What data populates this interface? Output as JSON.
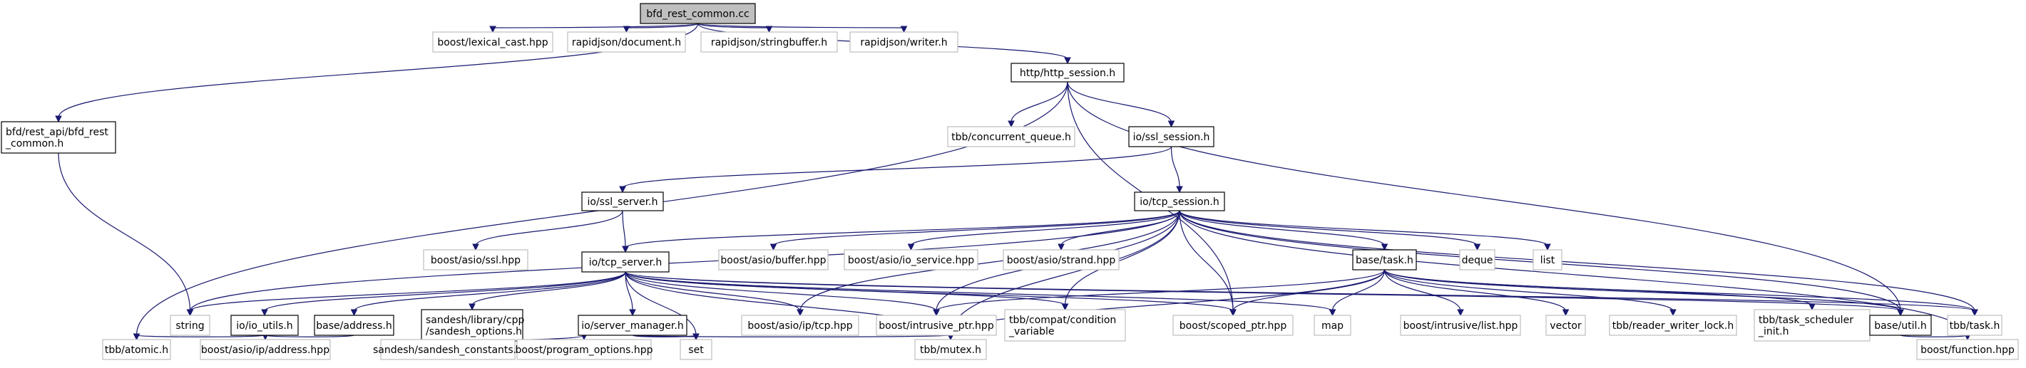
{
  "diagram": {
    "type": "include-dependency-graph",
    "colors": {
      "edge": "#191970",
      "root_fill": "#bfbfbf",
      "documented_border": "#000000",
      "external_border": "#bfbfbf"
    },
    "nodes": [
      {
        "id": "root",
        "label": "bfd_rest_common.cc",
        "kind": "root"
      },
      {
        "id": "lexical_cast",
        "label": "boost/lexical_cast.hpp",
        "kind": "external"
      },
      {
        "id": "rj_document",
        "label": "rapidjson/document.h",
        "kind": "external"
      },
      {
        "id": "rj_stringbuffer",
        "label": "rapidjson/stringbuffer.h",
        "kind": "external"
      },
      {
        "id": "rj_writer",
        "label": "rapidjson/writer.h",
        "kind": "external"
      },
      {
        "id": "http_session",
        "label": "http/http_session.h",
        "kind": "documented"
      },
      {
        "id": "bfd_rest_common_h",
        "label": "bfd/rest_api/bfd_rest\n_common.h",
        "kind": "documented"
      },
      {
        "id": "concurrent_queue",
        "label": "tbb/concurrent_queue.h",
        "kind": "external"
      },
      {
        "id": "ssl_session",
        "label": "io/ssl_session.h",
        "kind": "documented"
      },
      {
        "id": "ssl_server",
        "label": "io/ssl_server.h",
        "kind": "documented"
      },
      {
        "id": "tcp_session",
        "label": "io/tcp_session.h",
        "kind": "documented"
      },
      {
        "id": "asio_ssl",
        "label": "boost/asio/ssl.hpp",
        "kind": "external"
      },
      {
        "id": "tcp_server",
        "label": "io/tcp_server.h",
        "kind": "documented"
      },
      {
        "id": "asio_buffer",
        "label": "boost/asio/buffer.hpp",
        "kind": "external"
      },
      {
        "id": "asio_io_service",
        "label": "boost/asio/io_service.hpp",
        "kind": "external"
      },
      {
        "id": "asio_strand",
        "label": "boost/asio/strand.hpp",
        "kind": "external"
      },
      {
        "id": "base_task",
        "label": "base/task.h",
        "kind": "documented"
      },
      {
        "id": "deque",
        "label": "deque",
        "kind": "external"
      },
      {
        "id": "list",
        "label": "list",
        "kind": "external"
      },
      {
        "id": "string",
        "label": "string",
        "kind": "external"
      },
      {
        "id": "io_utils",
        "label": "io/io_utils.h",
        "kind": "documented"
      },
      {
        "id": "base_address",
        "label": "base/address.h",
        "kind": "documented"
      },
      {
        "id": "sandesh_options",
        "label": "sandesh/library/cpp\n/sandesh_options.h",
        "kind": "documented"
      },
      {
        "id": "server_manager",
        "label": "io/server_manager.h",
        "kind": "documented"
      },
      {
        "id": "asio_ip_tcp",
        "label": "boost/asio/ip/tcp.hpp",
        "kind": "external"
      },
      {
        "id": "intrusive_ptr",
        "label": "boost/intrusive_ptr.hpp",
        "kind": "external"
      },
      {
        "id": "condition_variable",
        "label": "tbb/compat/condition\n_variable",
        "kind": "external"
      },
      {
        "id": "scoped_ptr",
        "label": "boost/scoped_ptr.hpp",
        "kind": "external"
      },
      {
        "id": "map",
        "label": "map",
        "kind": "external"
      },
      {
        "id": "intrusive_list",
        "label": "boost/intrusive/list.hpp",
        "kind": "external"
      },
      {
        "id": "vector",
        "label": "vector",
        "kind": "external"
      },
      {
        "id": "reader_writer_lock",
        "label": "tbb/reader_writer_lock.h",
        "kind": "external"
      },
      {
        "id": "task_scheduler_init",
        "label": "tbb/task_scheduler\n_init.h",
        "kind": "external"
      },
      {
        "id": "base_util",
        "label": "base/util.h",
        "kind": "documented"
      },
      {
        "id": "tbb_task",
        "label": "tbb/task.h",
        "kind": "external"
      },
      {
        "id": "tbb_atomic",
        "label": "tbb/atomic.h",
        "kind": "external"
      },
      {
        "id": "asio_ip_address",
        "label": "boost/asio/ip/address.hpp",
        "kind": "external"
      },
      {
        "id": "sandesh_constants",
        "label": "sandesh/sandesh_constants.h",
        "kind": "external"
      },
      {
        "id": "program_options",
        "label": "boost/program_options.hpp",
        "kind": "external"
      },
      {
        "id": "set",
        "label": "set",
        "kind": "external"
      },
      {
        "id": "tbb_mutex",
        "label": "tbb/mutex.h",
        "kind": "external"
      },
      {
        "id": "function",
        "label": "boost/function.hpp",
        "kind": "external"
      }
    ],
    "edges": [
      [
        "root",
        "bfd_rest_common_h"
      ],
      [
        "root",
        "lexical_cast"
      ],
      [
        "root",
        "rj_document"
      ],
      [
        "root",
        "rj_stringbuffer"
      ],
      [
        "root",
        "rj_writer"
      ],
      [
        "root",
        "http_session"
      ],
      [
        "bfd_rest_common_h",
        "string"
      ],
      [
        "http_session",
        "tbb_atomic"
      ],
      [
        "http_session",
        "concurrent_queue"
      ],
      [
        "http_session",
        "ssl_session"
      ],
      [
        "http_session",
        "scoped_ptr"
      ],
      [
        "http_session",
        "base_util"
      ],
      [
        "ssl_session",
        "ssl_server"
      ],
      [
        "ssl_session",
        "tcp_session"
      ],
      [
        "ssl_server",
        "asio_ssl"
      ],
      [
        "ssl_server",
        "tcp_server"
      ],
      [
        "tcp_session",
        "string"
      ],
      [
        "tcp_session",
        "tcp_server"
      ],
      [
        "tcp_session",
        "asio_ip_tcp"
      ],
      [
        "tcp_session",
        "asio_buffer"
      ],
      [
        "tcp_session",
        "asio_io_service"
      ],
      [
        "tcp_session",
        "asio_strand"
      ],
      [
        "tcp_session",
        "intrusive_ptr"
      ],
      [
        "tcp_session",
        "condition_variable"
      ],
      [
        "tcp_session",
        "scoped_ptr"
      ],
      [
        "tcp_session",
        "tbb_mutex"
      ],
      [
        "tcp_session",
        "base_task"
      ],
      [
        "tcp_session",
        "deque"
      ],
      [
        "tcp_session",
        "list"
      ],
      [
        "tcp_session",
        "base_util"
      ],
      [
        "tcp_session",
        "tbb_task"
      ],
      [
        "tcp_session",
        "function"
      ],
      [
        "tcp_server",
        "string"
      ],
      [
        "tcp_server",
        "io_utils"
      ],
      [
        "tcp_server",
        "base_address"
      ],
      [
        "tcp_server",
        "sandesh_options"
      ],
      [
        "tcp_server",
        "server_manager"
      ],
      [
        "tcp_server",
        "set"
      ],
      [
        "tcp_server",
        "asio_ip_tcp"
      ],
      [
        "tcp_server",
        "intrusive_ptr"
      ],
      [
        "tcp_server",
        "condition_variable"
      ],
      [
        "tcp_server",
        "scoped_ptr"
      ],
      [
        "tcp_server",
        "map"
      ],
      [
        "tcp_server",
        "tbb_mutex"
      ],
      [
        "tcp_server",
        "base_util"
      ],
      [
        "tcp_server",
        "tbb_task"
      ],
      [
        "base_task",
        "map"
      ],
      [
        "base_task",
        "intrusive_list"
      ],
      [
        "base_task",
        "vector"
      ],
      [
        "base_task",
        "reader_writer_lock"
      ],
      [
        "base_task",
        "task_scheduler_init"
      ],
      [
        "base_task",
        "base_util"
      ],
      [
        "base_task",
        "tbb_task"
      ],
      [
        "base_task",
        "scoped_ptr"
      ],
      [
        "base_task",
        "intrusive_ptr"
      ],
      [
        "base_task",
        "tbb_mutex"
      ],
      [
        "io_utils",
        "tbb_atomic"
      ],
      [
        "base_address",
        "asio_ip_address"
      ],
      [
        "sandesh_options",
        "sandesh_constants"
      ],
      [
        "sandesh_options",
        "program_options"
      ],
      [
        "server_manager",
        "set"
      ],
      [
        "server_manager",
        "tbb_mutex"
      ],
      [
        "base_util",
        "function"
      ]
    ]
  }
}
